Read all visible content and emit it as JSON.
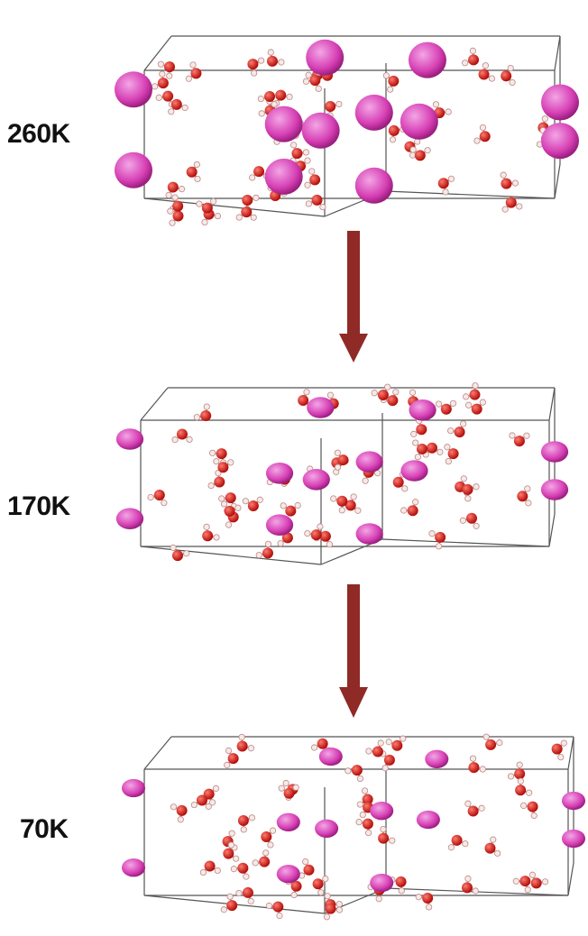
{
  "stages": [
    {
      "temperature": "260K",
      "cation_size": 1.0
    },
    {
      "temperature": "170K",
      "cation_size": 0.72
    },
    {
      "temperature": "70K",
      "cation_size": 0.62
    }
  ],
  "colors": {
    "cation": "#d63fb4",
    "cation_light": "#f3a6e6",
    "oxygen": "#e0140e",
    "hydrogen": "#f6e9e6",
    "box_edge": "#555555",
    "arrow": "#8f2a26"
  },
  "icons": [
    "molecular-structure",
    "down-arrow"
  ]
}
